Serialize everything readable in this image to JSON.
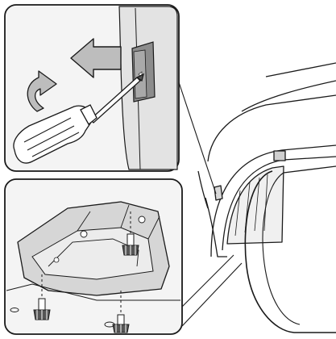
{
  "figure": {
    "panels": [
      {
        "id": "top-detail",
        "subject": "pry-clip-with-screwdriver"
      },
      {
        "id": "bottom-detail",
        "subject": "undercover-bolts-removal"
      }
    ],
    "icons": [
      "arrow-left-icon",
      "rotate-arrow-icon",
      "screwdriver-icon",
      "bolt-icon"
    ],
    "colors": {
      "line": "#1a1a1a",
      "frame_fill": "#f4f4f4",
      "panel_bg": "#e9e9e9",
      "arrow_fill": "#bdbdbd",
      "clip_fill": "#8c8c8c"
    }
  }
}
